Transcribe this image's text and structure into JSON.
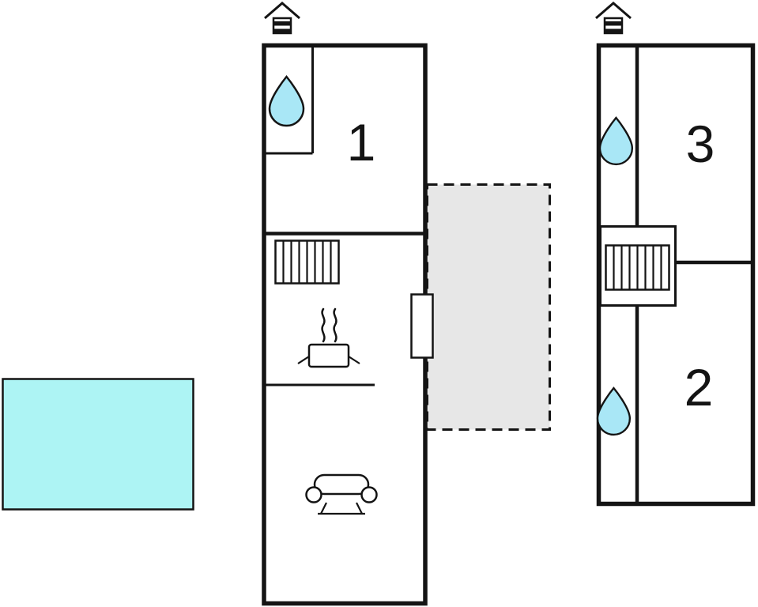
{
  "floorplan": {
    "rooms": [
      {
        "label": "1"
      },
      {
        "label": "2"
      },
      {
        "label": "3"
      }
    ],
    "colors": {
      "water": "#a9e7f6",
      "pool": "#adf4f4",
      "terrace": "#e7e7e7",
      "wall": "#141414"
    },
    "icons": {
      "chimney": "chimney",
      "water_drop": "water-drop",
      "radiator": "radiator",
      "stove": "stove-pot-with-steam",
      "sofa": "sofa",
      "door": "door-opening",
      "terrace": "terrace-dashed",
      "pool": "pool"
    }
  }
}
